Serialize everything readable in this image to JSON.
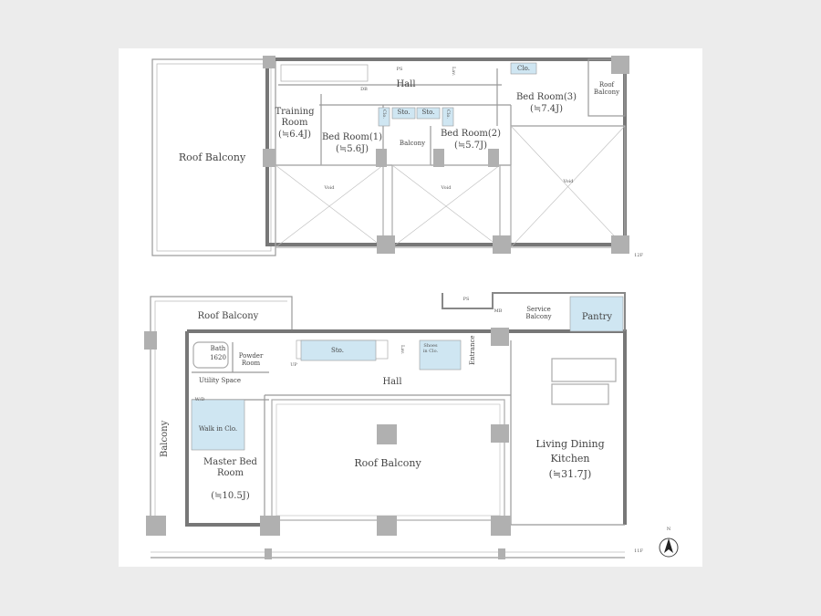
{
  "upper_floor": {
    "roof_balcony_left": "Roof Balcony",
    "hall": "Hall",
    "training_room": {
      "name": "Training Room",
      "size": "(≒6.4J)"
    },
    "bed_room_1": {
      "name": "Bed Room(1)",
      "size": "(≒5.6J)"
    },
    "bed_room_2": {
      "name": "Bed Room(2)",
      "size": "(≒5.7J)"
    },
    "bed_room_3": {
      "name": "Bed Room(3)",
      "size": "(≒7.4J)"
    },
    "balcony": "Balcony",
    "roof_balcony_right": "Roof Balcony",
    "sto_1": "Sto.",
    "sto_2": "Sto.",
    "clo_1": "Clo.",
    "clo_2": "Clo.",
    "clo_3": "Clo.",
    "lav": "Lav.",
    "void": "Void",
    "ps": "PS",
    "db": "DB",
    "floor_label": "12F"
  },
  "lower_floor": {
    "roof_balcony_top": "Roof Balcony",
    "balcony_left": "Balcony",
    "bath": {
      "name": "Bath",
      "size": "1620"
    },
    "powder_room": "Powder Room",
    "utility_space": "Utility Space",
    "walk_in_clo": "Walk in Clo.",
    "master_bed_room": {
      "name": "Master Bed Room",
      "size": "(≒10.5J)"
    },
    "sto": "Sto.",
    "hall": "Hall",
    "lav": "Lav.",
    "shoes_in_clo": "Shoes in Clo.",
    "entrance": "Entrance",
    "service_balcony": "Service Balcony",
    "pantry": "Pantry",
    "roof_balcony_center": "Roof Balcony",
    "ldk": {
      "name": "Living Dining Kitchen",
      "size": "(≒31.7J)"
    },
    "ps": "PS",
    "mb": "MB",
    "wm": "W/D",
    "up": "UP",
    "floor_label": "11F"
  },
  "compass": {
    "north": "N"
  },
  "colors": {
    "storage": "#cfe6f2",
    "wall": "#7a7a7a",
    "line": "#9a9a9a"
  }
}
